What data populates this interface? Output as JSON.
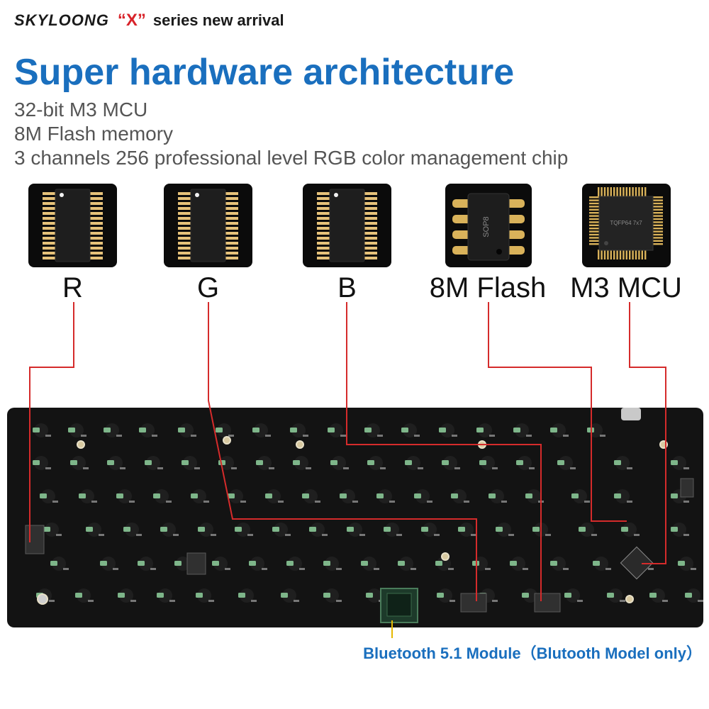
{
  "header": {
    "brand": "SKYLOONG",
    "series_mark": "“X”",
    "series_text": "series  new arrival"
  },
  "headline": "Super hardware architecture",
  "specs": [
    "32-bit M3 MCU",
    "8M Flash memory",
    "3 channels 256 professional level RGB color management chip"
  ],
  "chips": [
    {
      "label": "R",
      "icon": "rgb-driver-chip-icon"
    },
    {
      "label": "G",
      "icon": "rgb-driver-chip-icon"
    },
    {
      "label": "B",
      "icon": "rgb-driver-chip-icon"
    },
    {
      "label": "8M Flash",
      "icon": "sop8-flash-chip-icon",
      "marking": "SOP8"
    },
    {
      "label": "M3 MCU",
      "icon": "tqfp64-mcu-chip-icon",
      "marking": "TQFP64 7x7"
    }
  ],
  "bluetooth_caption": "Bluetooth 5.1 Module（Blutooth Model only）",
  "colors": {
    "accent_blue": "#1a6fbe",
    "x_red": "#d8232a",
    "connector_red": "#d52b2b",
    "pcb": "#131313",
    "led_green": "#8fd19e"
  }
}
